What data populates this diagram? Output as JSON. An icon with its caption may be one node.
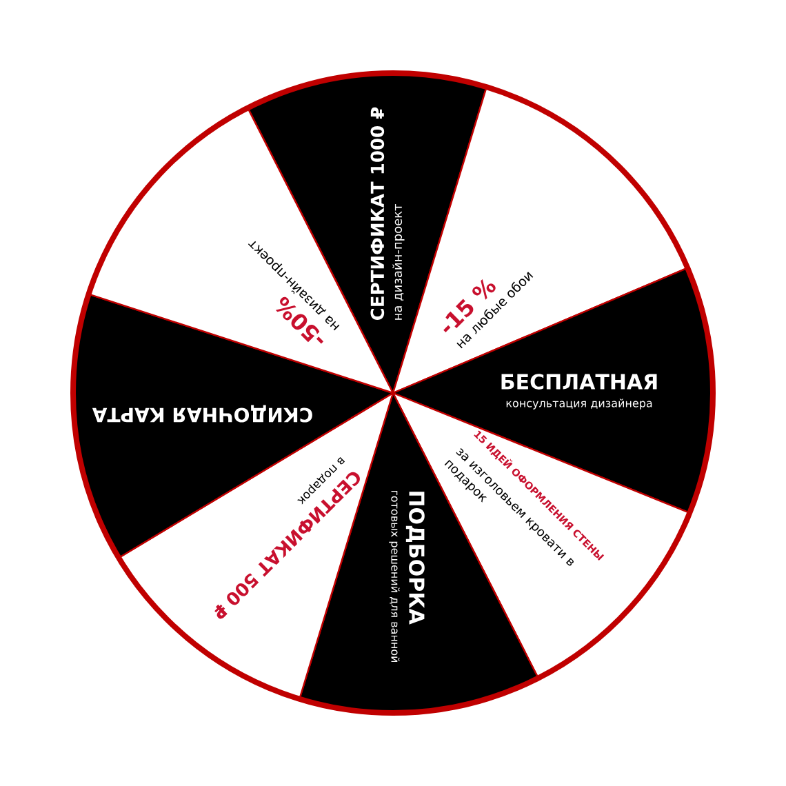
{
  "diagram": {
    "nodes": [
      {
        "text": [
          "СЕРТИФИКАТ 1000 ₽",
          "на дизайн-проект"
        ]
      },
      {
        "text": [
          "-15 %",
          "на любые обои"
        ]
      },
      {
        "text": [
          "БЕСПЛАТНАЯ",
          "консультация дизайнера"
        ]
      },
      {
        "text": [
          "15 ИДЕЙ ОФОРМЛЕНИЯ СТЕНЫ",
          "за изголовьем кровати в подарок"
        ]
      },
      {
        "text": [
          "ПОДБОРКА",
          "готовых решений для ванной"
        ]
      },
      {
        "text": [
          "СЕРТИФИКАТ 500 ₽",
          "в подарок"
        ]
      },
      {
        "text": [
          "СКИДОЧНАЯ КАРТА"
        ]
      },
      {
        "text": [
          "-50%",
          "на дизайн-проект"
        ]
      }
    ],
    "edges": []
  }
}
